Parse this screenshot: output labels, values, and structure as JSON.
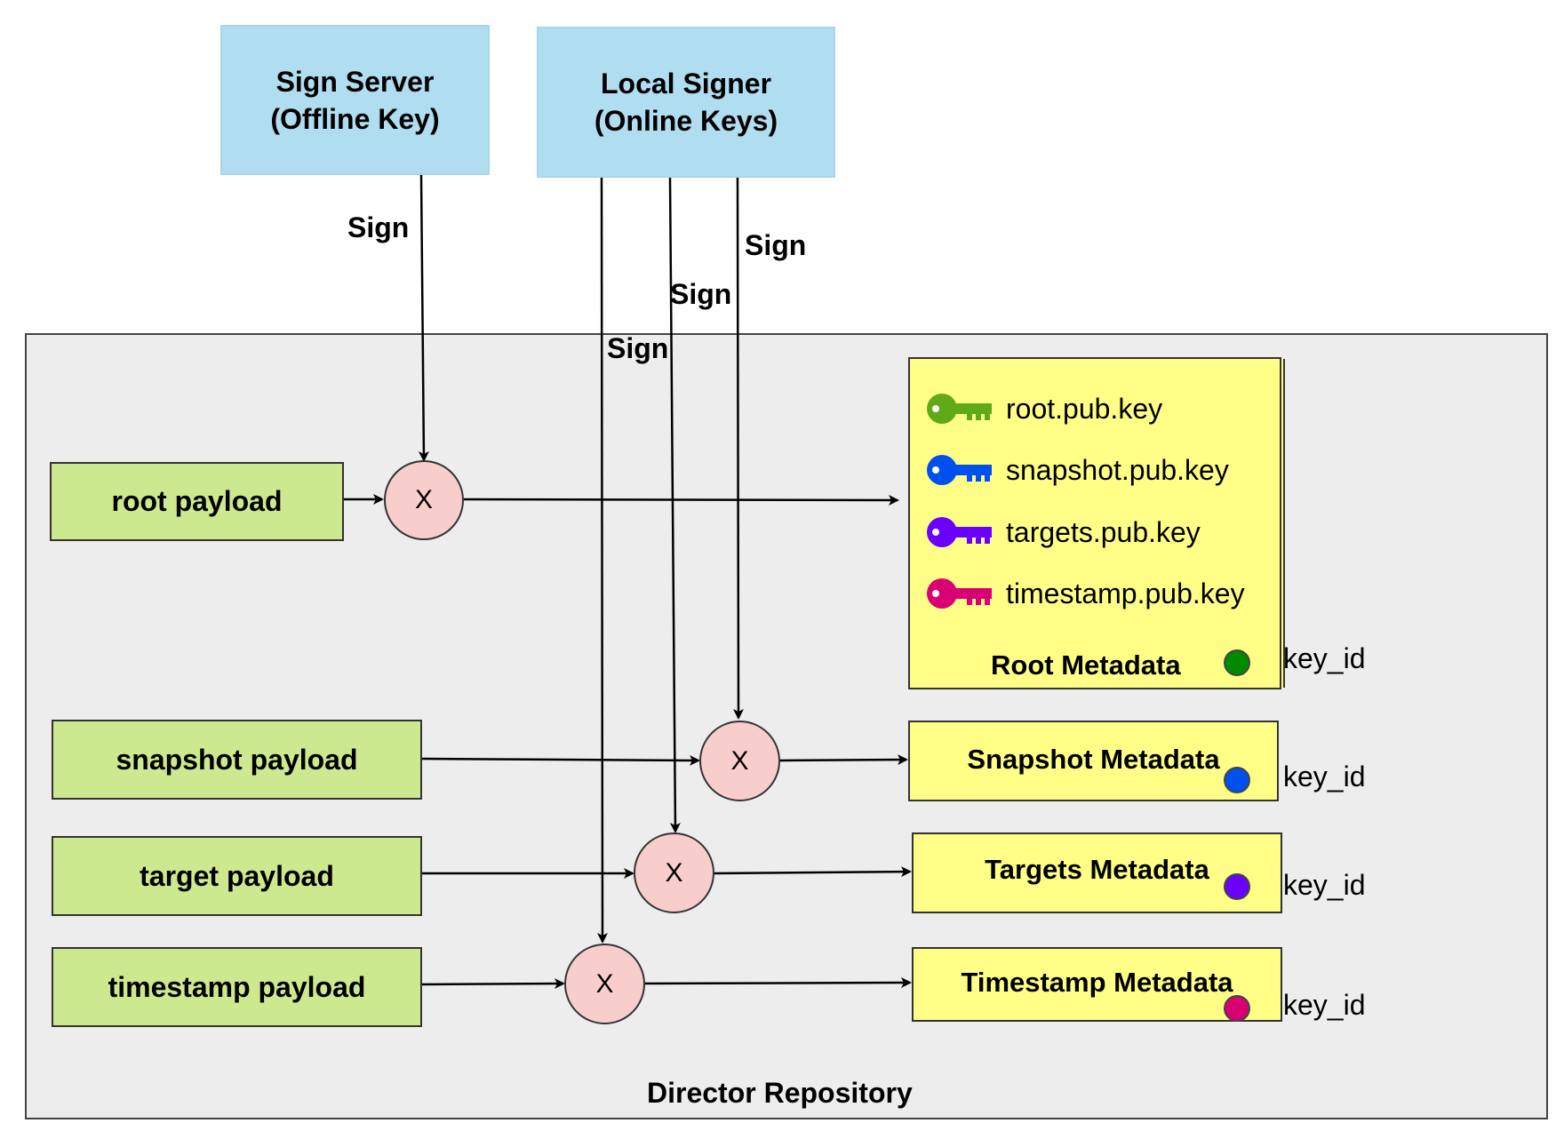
{
  "signers": {
    "sign_server": "Sign Server\n(Offline Key)",
    "local_signer": "Local Signer\n(Online Keys)"
  },
  "sign_label": "Sign",
  "repository": {
    "title": "Director Repository"
  },
  "payloads": [
    "root payload",
    "snapshot payload",
    "target payload",
    "timestamp payload"
  ],
  "combine_symbol": "X",
  "metadata": {
    "root": "Root Metadata",
    "snapshot": "Snapshot Metadata",
    "targets": "Targets Metadata",
    "timestamp": "Timestamp Metadata"
  },
  "root_keys": [
    {
      "label": "root.pub.key",
      "color": "#60a917",
      "icon": "key-icon"
    },
    {
      "label": "snapshot.pub.key",
      "color": "#0050ef",
      "icon": "key-icon"
    },
    {
      "label": "targets.pub.key",
      "color": "#6a00ff",
      "icon": "key-icon"
    },
    {
      "label": "timestamp.pub.key",
      "color": "#d80073",
      "icon": "key-icon"
    }
  ],
  "key_id_label": "key_id",
  "key_id_colors": {
    "root": "#008a00",
    "snapshot": "#0050ef",
    "targets": "#6a00ff",
    "timestamp": "#d80073"
  }
}
